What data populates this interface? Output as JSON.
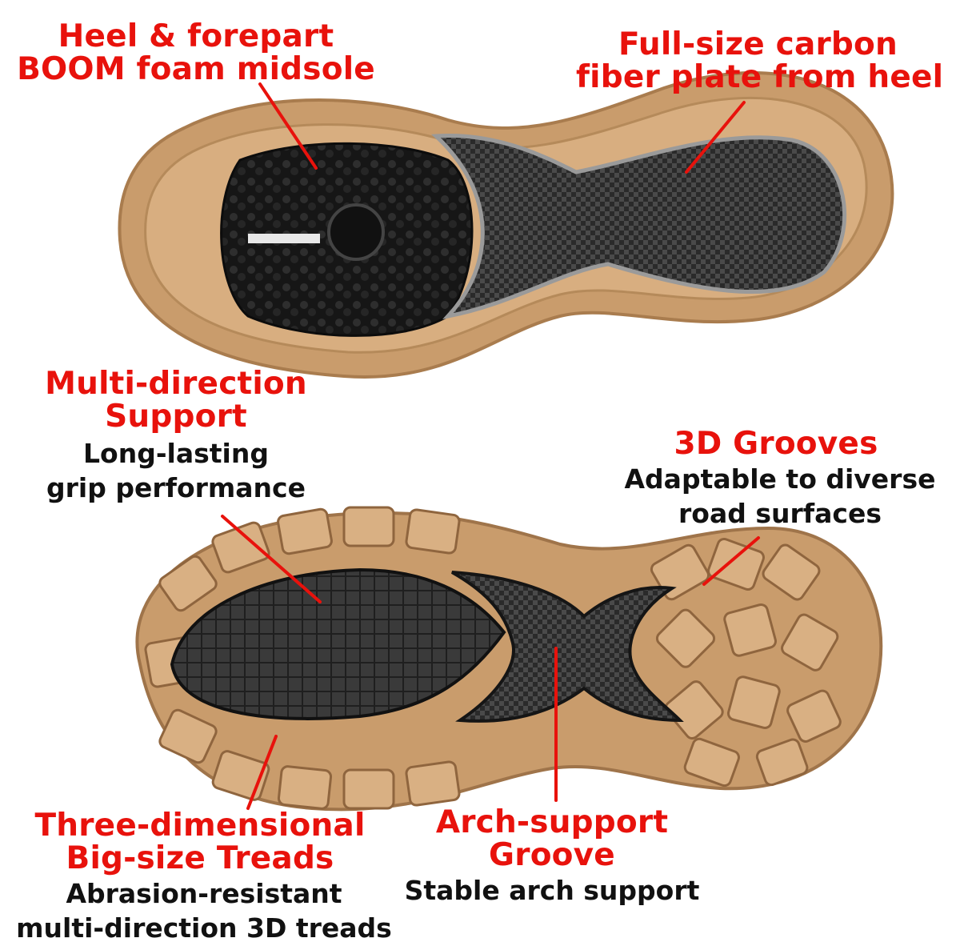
{
  "colors": {
    "label_red": "#e8120c",
    "label_black": "#111111",
    "sole_tan": "#c99c6c",
    "sole_dark": "#1c1c1c",
    "pointer": "#e8120c"
  },
  "callouts": {
    "heel_foam": {
      "title": [
        "Heel & forepart",
        "BOOM foam midsole"
      ]
    },
    "carbon_plate": {
      "title": [
        "Full-size carbon",
        "fiber plate from heel"
      ]
    },
    "multi_direction": {
      "title": [
        "Multi-direction",
        "Support"
      ],
      "desc": [
        "Long-lasting",
        "grip performance"
      ]
    },
    "grooves_3d": {
      "title": [
        "3D Grooves"
      ],
      "desc": [
        "Adaptable to diverse",
        "road surfaces"
      ]
    },
    "treads": {
      "title": [
        "Three-dimensional",
        "Big-size Treads"
      ],
      "desc": [
        "Abrasion-resistant",
        "multi-direction 3D treads"
      ]
    },
    "arch_groove": {
      "title": [
        "Arch-support",
        "Groove"
      ],
      "desc": [
        "Stable arch support"
      ]
    }
  }
}
